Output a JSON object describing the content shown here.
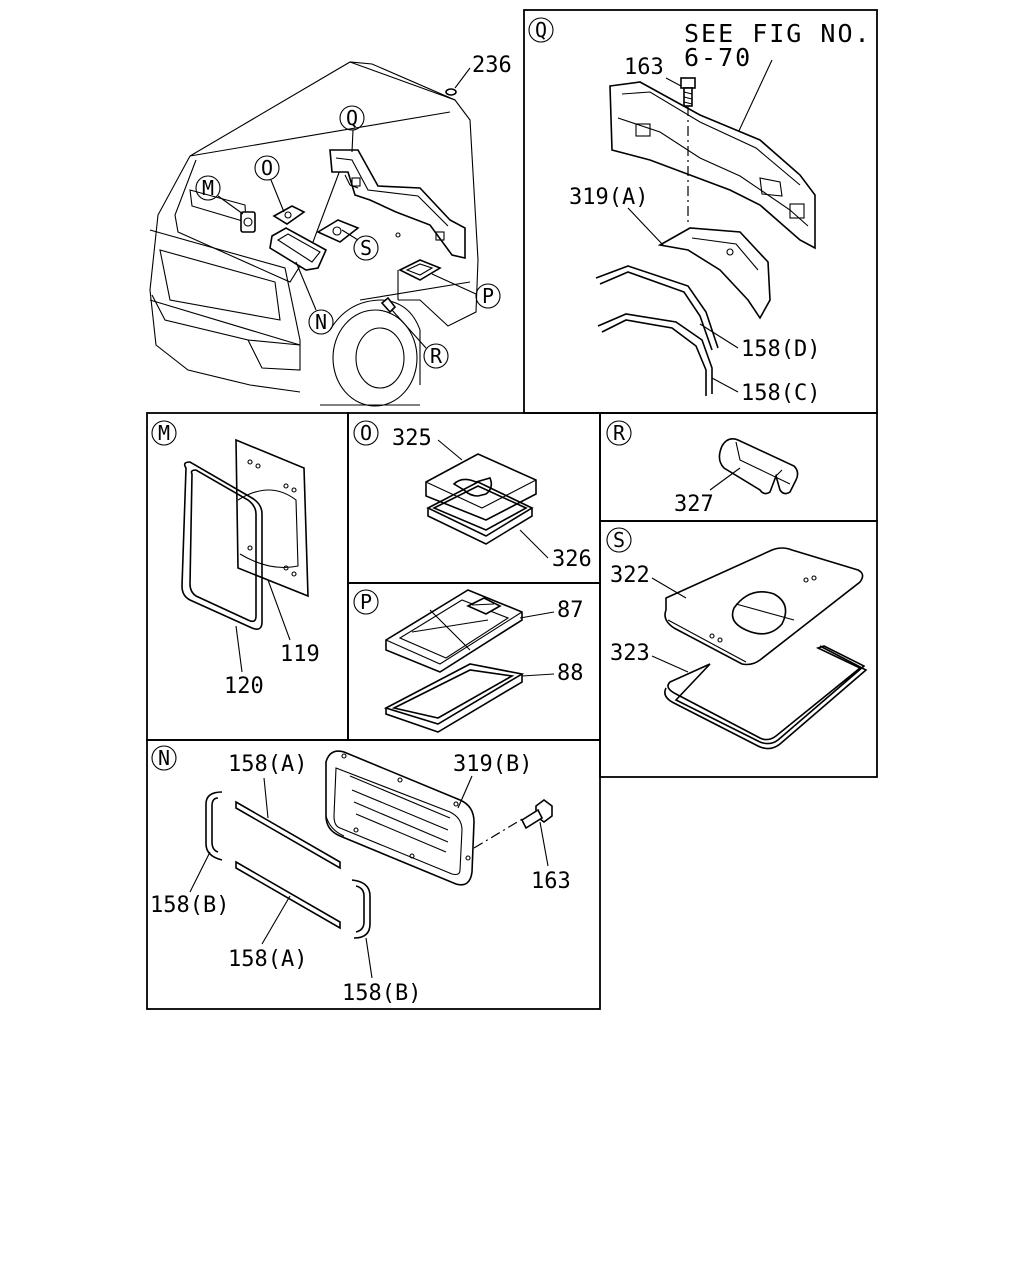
{
  "reference_note": {
    "line1": "SEE FIG NO.",
    "line2": "6-70"
  },
  "overview": {
    "callouts": {
      "M": "M",
      "O": "O",
      "Q": "Q",
      "S": "S",
      "N": "N",
      "R": "R",
      "P": "P"
    },
    "part_236": "236"
  },
  "panels": {
    "Q": {
      "letter": "Q",
      "parts": {
        "p163": "163",
        "p319a": "319(A)",
        "p158d": "158(D)",
        "p158c": "158(C)"
      }
    },
    "M": {
      "letter": "M",
      "parts": {
        "p119": "119",
        "p120": "120"
      }
    },
    "O": {
      "letter": "O",
      "parts": {
        "p325": "325",
        "p326": "326"
      }
    },
    "R": {
      "letter": "R",
      "parts": {
        "p327": "327"
      }
    },
    "S": {
      "letter": "S",
      "parts": {
        "p322": "322",
        "p323": "323"
      }
    },
    "P": {
      "letter": "P",
      "parts": {
        "p87": "87",
        "p88": "88"
      }
    },
    "N": {
      "letter": "N",
      "parts": {
        "p158a_top": "158(A)",
        "p319b": "319(B)",
        "p163": "163",
        "p158b_left": "158(B)",
        "p158a_bottom": "158(A)",
        "p158b_right": "158(B)"
      }
    }
  }
}
